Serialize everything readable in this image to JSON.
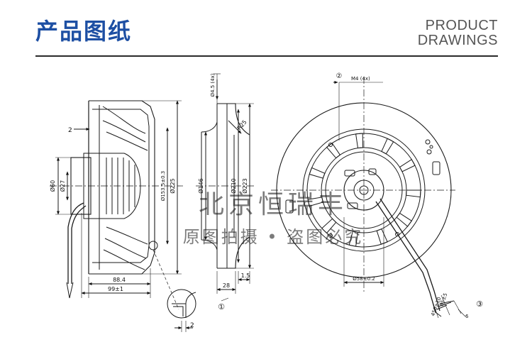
{
  "header": {
    "title_cn": "产品图纸",
    "title_en_line1": "PRODUCT",
    "title_en_line2": "DRAWINGS"
  },
  "watermark": {
    "line1": "北京恒瑞丰",
    "line2": "原图拍摄 • 盗图必究"
  },
  "colors": {
    "title": "#1d4fa3",
    "watermark": "#e07070",
    "line": "#1a1a1a"
  },
  "dimensions": {
    "left": {
      "d2": "2",
      "d60": "Ø60",
      "d27": "Ø27",
      "d153": "Ø153.5±0.3",
      "d225": "Ø225",
      "d88": "88.4",
      "d99": "99±1"
    },
    "middle": {
      "d45": "Ø4.5 (4x)",
      "r25": "R25",
      "d146": "Ø146",
      "d210": "Ø210",
      "d223": "Ø223",
      "d28": "28",
      "d15": "1.5",
      "c1": "①"
    },
    "right": {
      "c2": "②",
      "m4": "M4 (4x)",
      "d58": "Ø58±0.2",
      "d85": "85±5",
      "d450": "450±10",
      "d6": "6",
      "c3": "③"
    },
    "detail": {
      "d2": "2"
    }
  }
}
